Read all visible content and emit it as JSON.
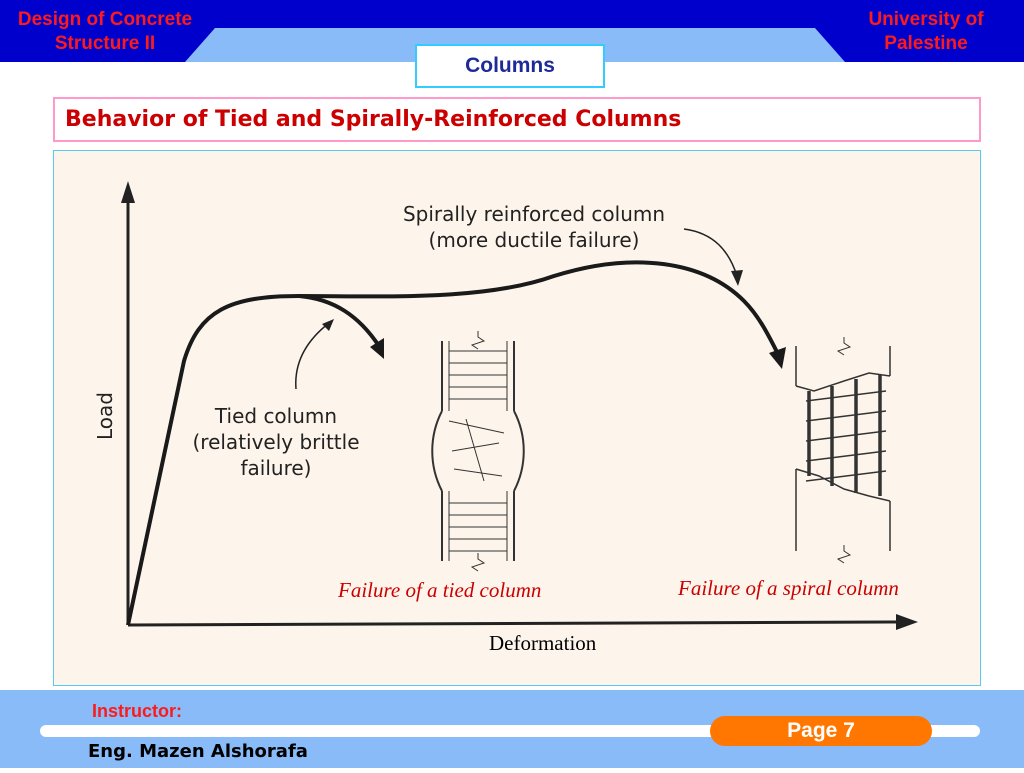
{
  "header": {
    "left_title": "Design of Concrete Structure II",
    "right_title": "University of Palestine",
    "colors": {
      "dark_blue": "#0000cc",
      "light_blue": "#88bbf8",
      "accent_red": "#ff1a1a"
    }
  },
  "topic": "Columns",
  "slide_title": "Behavior of Tied and Spirally-Reinforced Columns",
  "figure": {
    "y_axis_label": "Load",
    "x_axis_label": "Deformation",
    "spiral_label_line1": "Spirally reinforced column",
    "spiral_label_line2": "(more ductile failure)",
    "tied_label_line1": "Tied column",
    "tied_label_line2": "(relatively brittle",
    "tied_label_line3": "failure)",
    "caption_tied": "Failure of a tied column",
    "caption_spiral": "Failure of a spiral column",
    "background_color": "#fdf5ec"
  },
  "footer": {
    "instructor_label": "Instructor:",
    "instructor_name": "Eng. Mazen Alshorafa",
    "page_label": "Page 7",
    "page_pill_color": "#ff7700"
  }
}
